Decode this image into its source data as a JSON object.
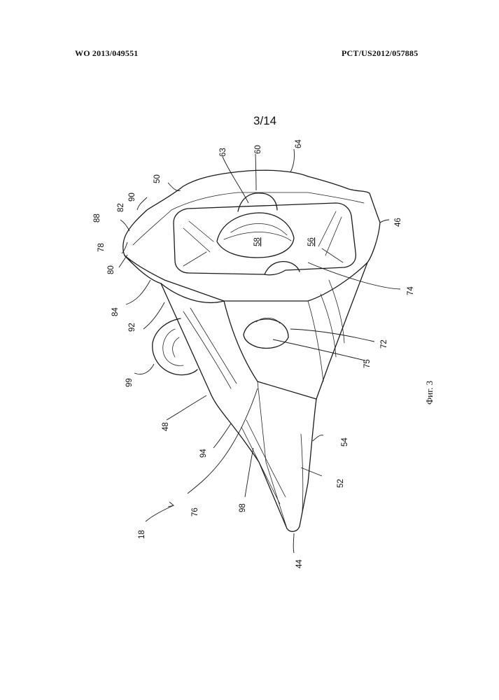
{
  "header": {
    "publication_number": "WO 2013/049551",
    "application_number": "PCT/US2012/057885"
  },
  "sheet": "3/14",
  "figure_caption": "Фиг. 3",
  "labels": {
    "l18": "18",
    "l44": "44",
    "l46": "46",
    "l48": "48",
    "l50": "50",
    "l52": "52",
    "l54": "54",
    "l56": "56",
    "l58": "58",
    "l60": "60",
    "l63": "63",
    "l64": "64",
    "l72": "72",
    "l74": "74",
    "l75": "75",
    "l76": "76",
    "l78": "78",
    "l80": "80",
    "l82": "82",
    "l84": "84",
    "l88": "88",
    "l90": "90",
    "l92": "92",
    "l94": "94",
    "l98": "98",
    "l99": "99"
  }
}
